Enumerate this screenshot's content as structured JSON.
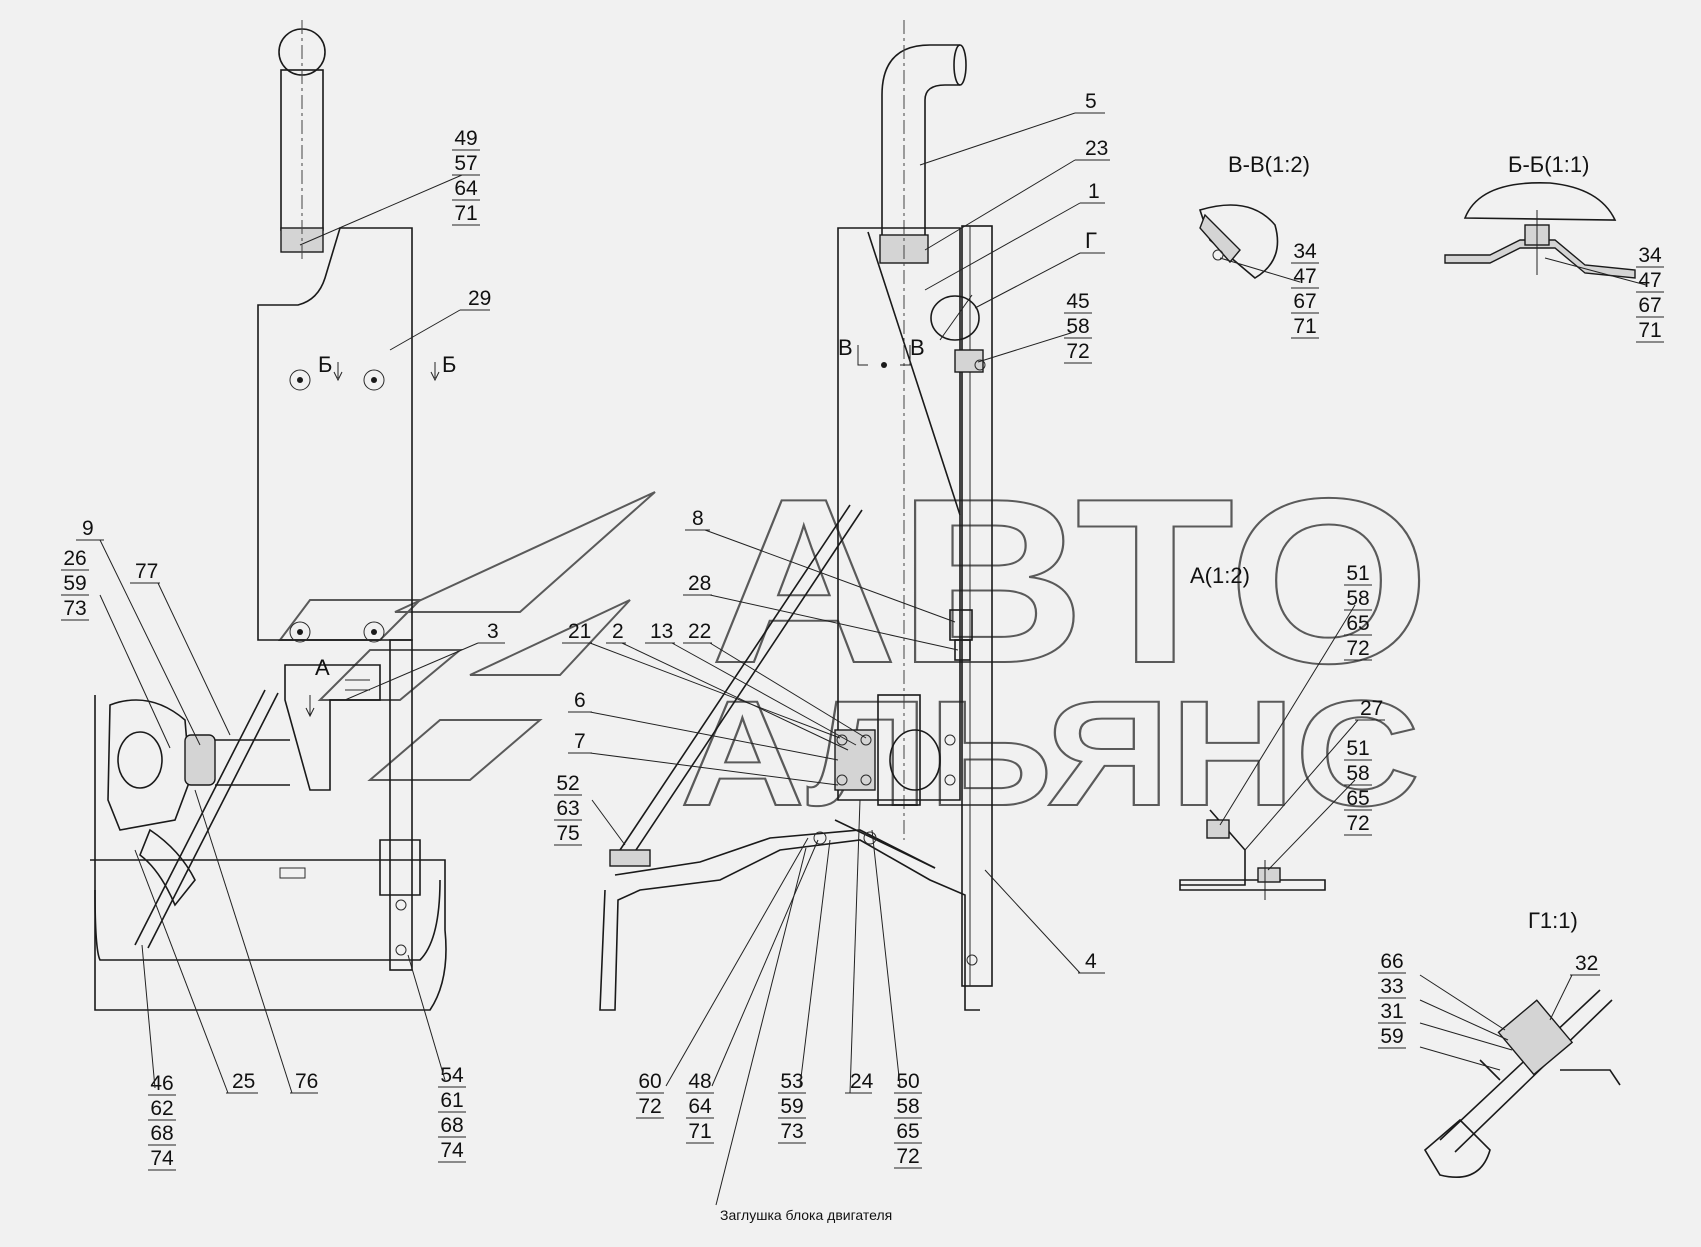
{
  "watermark": {
    "line1": "АВТО",
    "line2": "АЛЬЯНС"
  },
  "views": {
    "vv": "В-В(1:2)",
    "bb": "Б-Б(1:1)",
    "a": "А(1:2)",
    "g": "Г1:1)"
  },
  "cut_marks": {
    "b": "Б",
    "v": "В",
    "a": "А",
    "g": "Г"
  },
  "caption": "Заглушка блока двигателя",
  "labels": {
    "p5": "5",
    "p23": "23",
    "p1": "1",
    "p29": "29",
    "p3": "3",
    "p9": "9",
    "p77": "77",
    "p8": "8",
    "p28": "28",
    "p21": "21",
    "p2": "2",
    "p13": "13",
    "p22": "22",
    "p6": "6",
    "p7": "7",
    "p27": "27",
    "p4": "4",
    "p32": "32",
    "p25": "25",
    "p76": "76",
    "p24": "24"
  },
  "stacks": {
    "s49": [
      "49",
      "57",
      "64",
      "71"
    ],
    "s45": [
      "45",
      "58",
      "72"
    ],
    "s34a": [
      "34",
      "47",
      "67",
      "71"
    ],
    "s34b": [
      "34",
      "47",
      "67",
      "71"
    ],
    "s26": [
      "26",
      "59",
      "73"
    ],
    "s52": [
      "52",
      "63",
      "75"
    ],
    "s51a": [
      "51",
      "58",
      "65",
      "72"
    ],
    "s51b": [
      "51",
      "58",
      "65",
      "72"
    ],
    "s66": [
      "66",
      "33",
      "31",
      "59"
    ],
    "s46": [
      "46",
      "62",
      "68",
      "74"
    ],
    "s54": [
      "54",
      "61",
      "68",
      "74"
    ],
    "s60": [
      "60",
      "72"
    ],
    "s48": [
      "48",
      "64",
      "71"
    ],
    "s53": [
      "53",
      "59",
      "73"
    ],
    "s50": [
      "50",
      "58",
      "65",
      "72"
    ]
  }
}
